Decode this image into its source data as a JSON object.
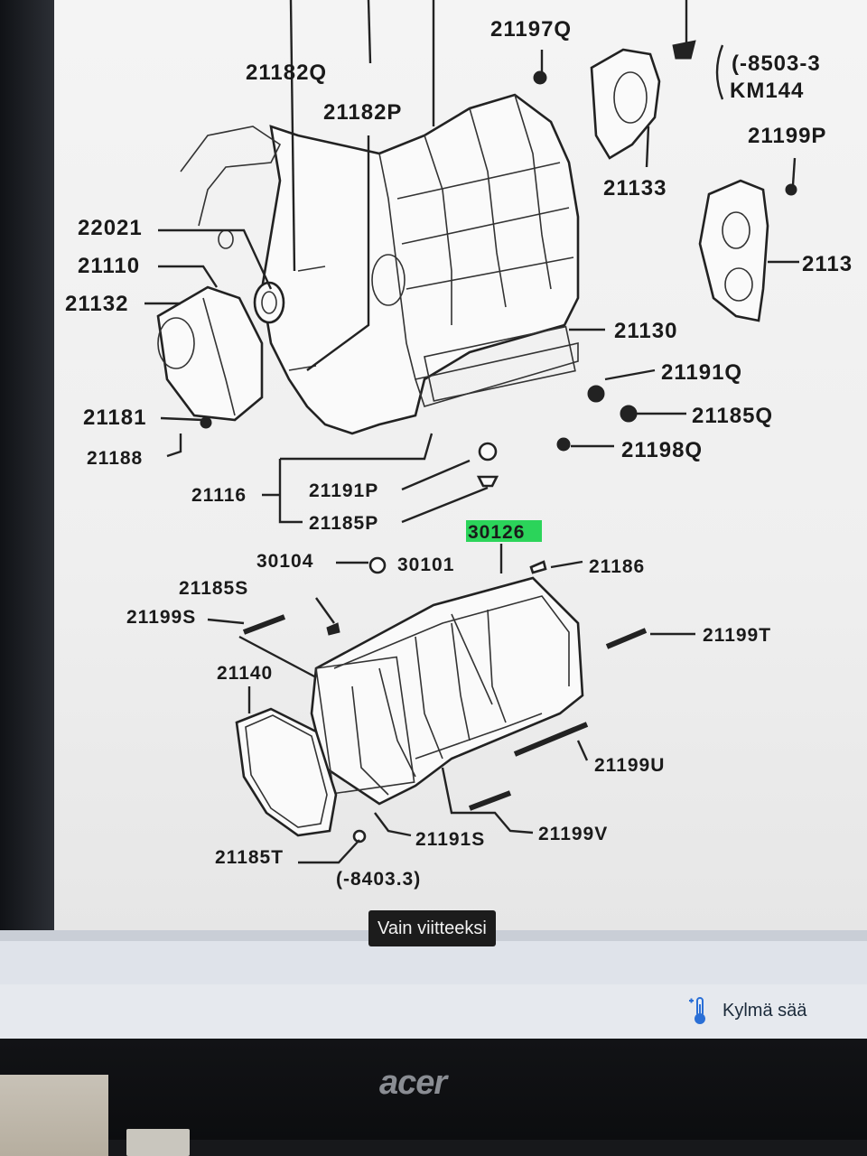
{
  "diagram": {
    "labels": {
      "p21197Q": "21197Q",
      "p21182Q": "21182Q",
      "p21182P": "21182P",
      "p8503": "(-8503-3",
      "pKM144": "KM144",
      "p21199P": "21199P",
      "p21133": "21133",
      "p2113x": "2113",
      "p22021": "22021",
      "p21110": "21110",
      "p21132": "21132",
      "p21130": "21130",
      "p21191Q": "21191Q",
      "p21185Q": "21185Q",
      "p21181": "21181",
      "p21188": "21188",
      "p21198Q": "21198Q",
      "p21116": "21116",
      "p21191P": "21191P",
      "p21185P": "21185P",
      "p30126": "30126",
      "p30104": "30104",
      "p30101": "30101",
      "p21186": "21186",
      "p21185S": "21185S",
      "p21199S": "21199S",
      "p21199T": "21199T",
      "p21140": "21140",
      "p21199U": "21199U",
      "p21191S": "21191S",
      "p21199V": "21199V",
      "p21185T": "21185T",
      "p8403": "(-8403.3)"
    }
  },
  "overlay": {
    "caption": "Vain viitteeksi"
  },
  "taskbar": {
    "weather_icon": "thermometer-cold-icon",
    "weather_text": "Kylmä sää"
  },
  "monitor": {
    "brand": "acer"
  },
  "colors": {
    "highlight": "#2bd45a",
    "paper": "#f2f2f2",
    "bezel": "#111214"
  }
}
